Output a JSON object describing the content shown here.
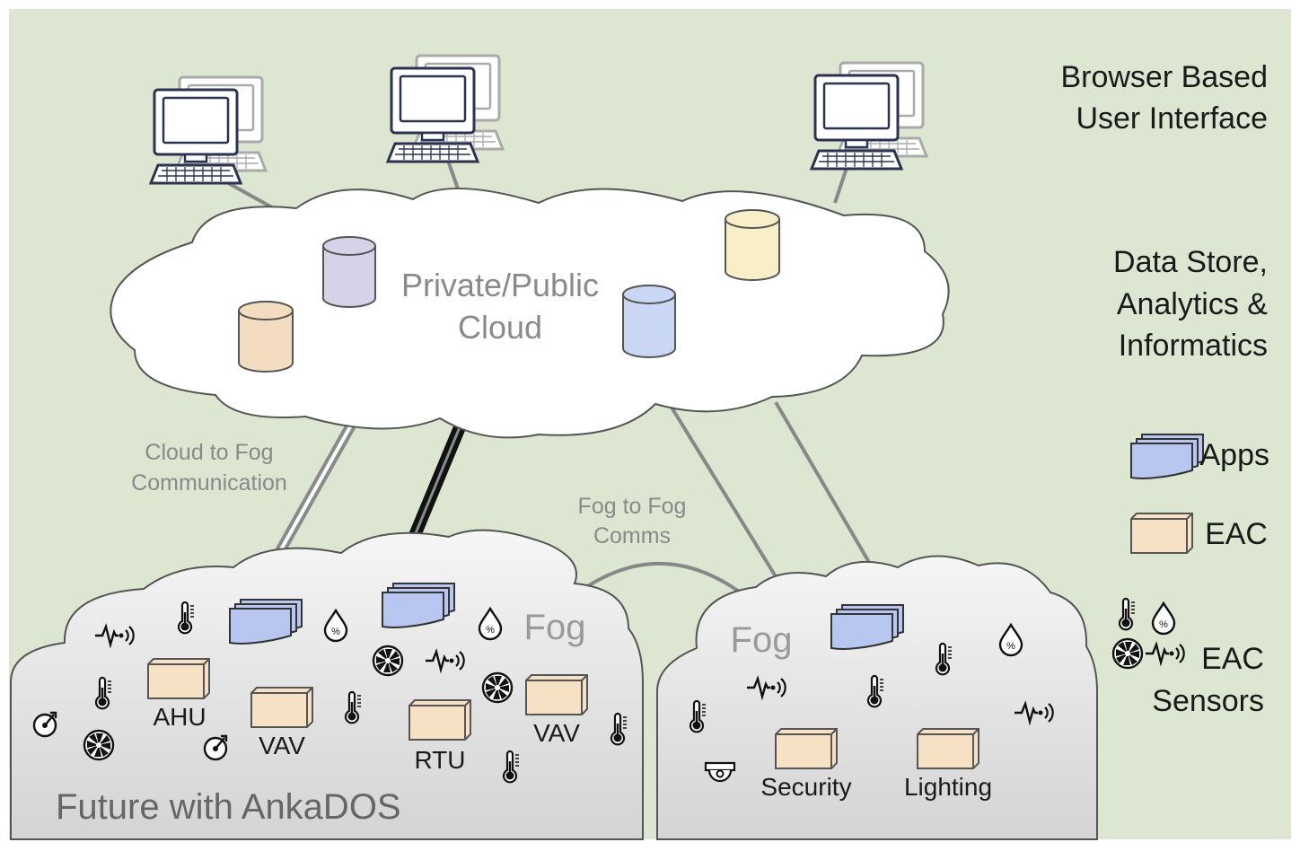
{
  "side_labels": {
    "browser_line1": "Browser Based",
    "browser_line2": "User Interface",
    "data_line1": "Data Store,",
    "data_line2": "Analytics &",
    "data_line3": "Informatics"
  },
  "cloud": {
    "line1": "Private/Public",
    "line2": "Cloud"
  },
  "links": {
    "cloud_to_fog_line1": "Cloud to Fog",
    "cloud_to_fog_line2": "Communication",
    "fog_to_fog_line1": "Fog to Fog",
    "fog_to_fog_line2": "Comms"
  },
  "fog_left": {
    "fog_label": "Fog",
    "units": [
      "AHU",
      "VAV",
      "RTU",
      "VAV"
    ],
    "footer": "Future with AnkaDOS"
  },
  "fog_right": {
    "fog_label": "Fog",
    "units": [
      "Security",
      "Lighting"
    ]
  },
  "legend": {
    "apps": "Apps",
    "eac": "EAC",
    "sensors_line1": "EAC",
    "sensors_line2": "Sensors"
  },
  "colors": {
    "background": "#dce6d0",
    "cloud": "#ffffff",
    "fog_top": "#f4f4f4",
    "fog_bottom": "#d6d6d6",
    "app_blue": "#b7c7f0",
    "eac_tan": "#f7e1c4",
    "db_purple": "#d8d2e8",
    "db_peach": "#f3dcc0",
    "db_blue": "#c9d6f4",
    "db_yellow": "#f8efc8"
  }
}
